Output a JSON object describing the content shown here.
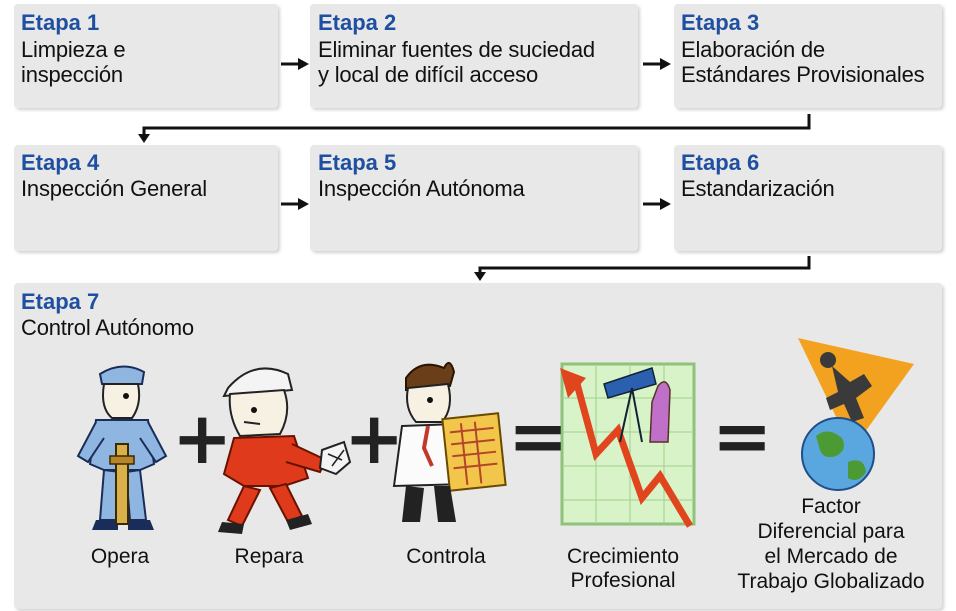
{
  "stages": [
    {
      "title": "Etapa 1",
      "line1": "Limpieza e",
      "line2": "inspección"
    },
    {
      "title": "Etapa 2",
      "line1": "Eliminar fuentes de suciedad",
      "line2": "y local de difícil acceso"
    },
    {
      "title": "Etapa 3",
      "line1": "Elaboración de",
      "line2": "Estándares Provisionales"
    },
    {
      "title": "Etapa 4",
      "line1": "Inspección General",
      "line2": ""
    },
    {
      "title": "Etapa 5",
      "line1": "Inspección Autónoma",
      "line2": ""
    },
    {
      "title": "Etapa 6",
      "line1": "Estandarización",
      "line2": ""
    },
    {
      "title": "Etapa 7",
      "line1": "Control Autónomo",
      "line2": ""
    }
  ],
  "equation": {
    "captions": {
      "opera": "Opera",
      "repara": "Repara",
      "controla": "Controla",
      "crecimiento_1": "Crecimiento",
      "crecimiento_2": "Profesional",
      "factor_1": "Factor",
      "factor_2": "Diferencial para",
      "factor_3": "el Mercado de",
      "factor_4": "Trabajo Globalizado"
    },
    "operators": {
      "plus": "+",
      "equals": "="
    },
    "icons": [
      "worker-operator-icon",
      "repairman-icon",
      "controller-clipboard-icon",
      "growth-chart-icon",
      "globe-runner-icon"
    ]
  },
  "colors": {
    "title_blue": "#1f4fa0",
    "box_gray": "#e8e8e8",
    "arrow": "#111111"
  }
}
